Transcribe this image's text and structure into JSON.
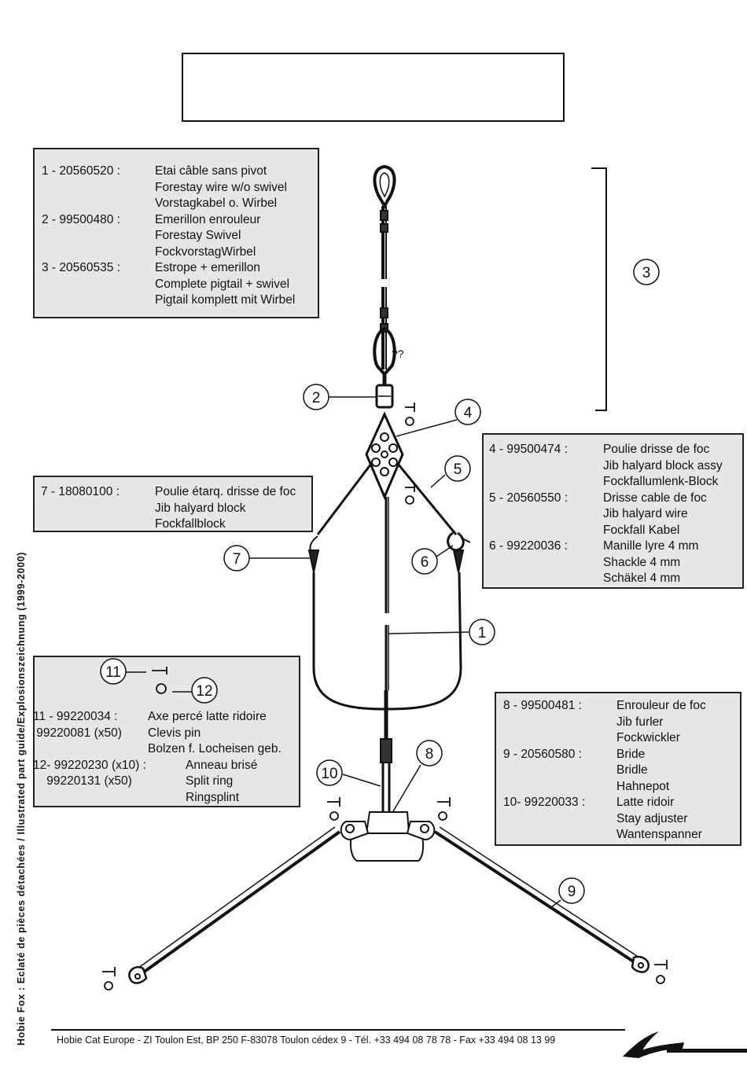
{
  "title_box": {
    "text": ""
  },
  "side_label": "Hobie  Fox  :  Eclaté  de  pièces  détachées  /  Illustrated  part  guide/Explosionszeichnung  (1999-2000)",
  "footer": "Hobie Cat Europe - ZI Toulon Est, BP 250 F-83078 Toulon cédex 9 - Tél. +33 494 08 78 78 - Fax +33 494 08 13 99",
  "annotation_question": "??",
  "callouts": [
    "1",
    "2",
    "3",
    "4",
    "5",
    "6",
    "7",
    "8",
    "9",
    "10",
    "11",
    "12"
  ],
  "legend_top_left": [
    {
      "code": "1 - 20560520 :",
      "lines": [
        "Etai câble sans pivot",
        "Forestay wire w/o swivel",
        "Vorstagkabel o. Wirbel"
      ]
    },
    {
      "code": "2 - 99500480 :",
      "lines": [
        "Emerillon enrouleur",
        "Forestay Swivel",
        "FockvorstagWirbel"
      ]
    },
    {
      "code": "3 - 20560535 :",
      "lines": [
        "Estrope + emerillon",
        "Complete pigtail + swivel",
        "Pigtail komplett mit Wirbel"
      ]
    }
  ],
  "legend_right_top": [
    {
      "code": "4 - 99500474  :",
      "lines": [
        "Poulie drisse de foc",
        "Jib halyard block assy",
        "Fockfallumlenk-Block"
      ]
    },
    {
      "code": "5 - 20560550 :",
      "lines": [
        "Drisse cable de foc",
        "Jib halyard wire",
        "Fockfall Kabel"
      ]
    },
    {
      "code": "6 - 99220036 :",
      "lines": [
        "Manille lyre 4 mm",
        "Shackle 4 mm",
        "Schäkel 4 mm"
      ]
    }
  ],
  "legend_left_mid": [
    {
      "code": "7 - 18080100 :",
      "lines": [
        "Poulie étarq. drisse de foc",
        "Jib halyard block",
        "Fockfallblock"
      ]
    }
  ],
  "legend_left_bottom": {
    "rows": [
      {
        "code": "11 - 99220034 :",
        "desc": "Axe percé latte ridoire"
      },
      {
        "code": " 99220081 (x50)",
        "desc": "Clevis pin"
      },
      {
        "code": "",
        "desc": "Bolzen f. Locheisen geb."
      },
      {
        "code": "12- 99220230 (x10) :",
        "desc": "Anneau brisé"
      },
      {
        "code": "    99220131 (x50)",
        "desc": "Split ring"
      },
      {
        "code": "",
        "desc": "Ringsplint"
      }
    ]
  },
  "legend_right_bottom": [
    {
      "code": "8 - 99500481 :",
      "lines": [
        "Enrouleur de foc",
        "Jib furler",
        "Fockwickler"
      ]
    },
    {
      "code": "9 - 20560580 :",
      "lines": [
        "Bride",
        "Bridle",
        "Hahnepot"
      ]
    },
    {
      "code": "10- 99220033 :",
      "lines": [
        "Latte ridoir",
        "Stay adjuster",
        "Wantenspanner"
      ]
    }
  ]
}
